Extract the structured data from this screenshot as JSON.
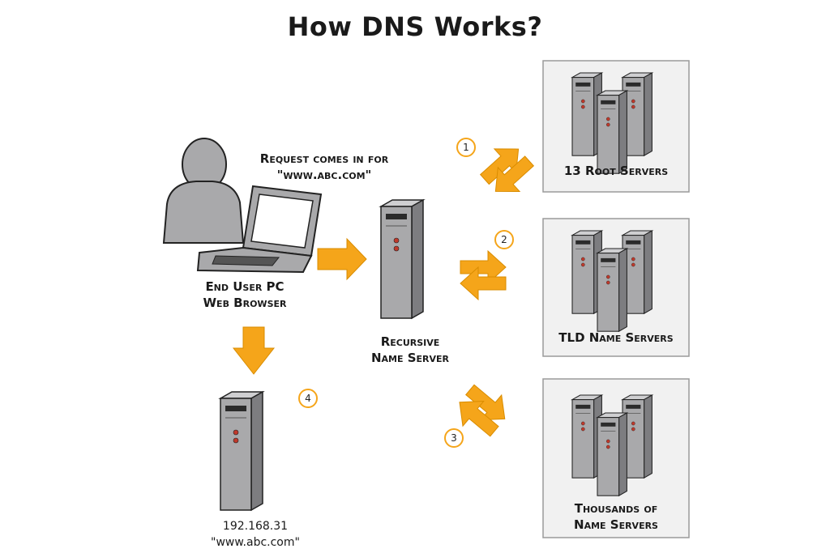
{
  "title": "How DNS Works?",
  "request": {
    "line1": "Request comes in for",
    "line2": "\"www.abc.com\""
  },
  "end_user": {
    "line1": "End User PC",
    "line2": "Web Browser"
  },
  "recursive": {
    "line1": "Recursive",
    "line2": "Name Server"
  },
  "root": {
    "label": "13 Root Servers"
  },
  "tld": {
    "label": "TLD Name Servers"
  },
  "thousands": {
    "line1": "Thousands of",
    "line2": "Name Servers"
  },
  "target": {
    "ip": "192.168.31",
    "domain": "\"www.abc.com\""
  },
  "steps": [
    "1",
    "2",
    "3",
    "4"
  ],
  "colors": {
    "arrow": "#f5a51a",
    "server": "#a9a9ab",
    "panel_border": "#9a9a9a",
    "panel_bg": "#f1f1f1",
    "led": "#c0392b"
  }
}
